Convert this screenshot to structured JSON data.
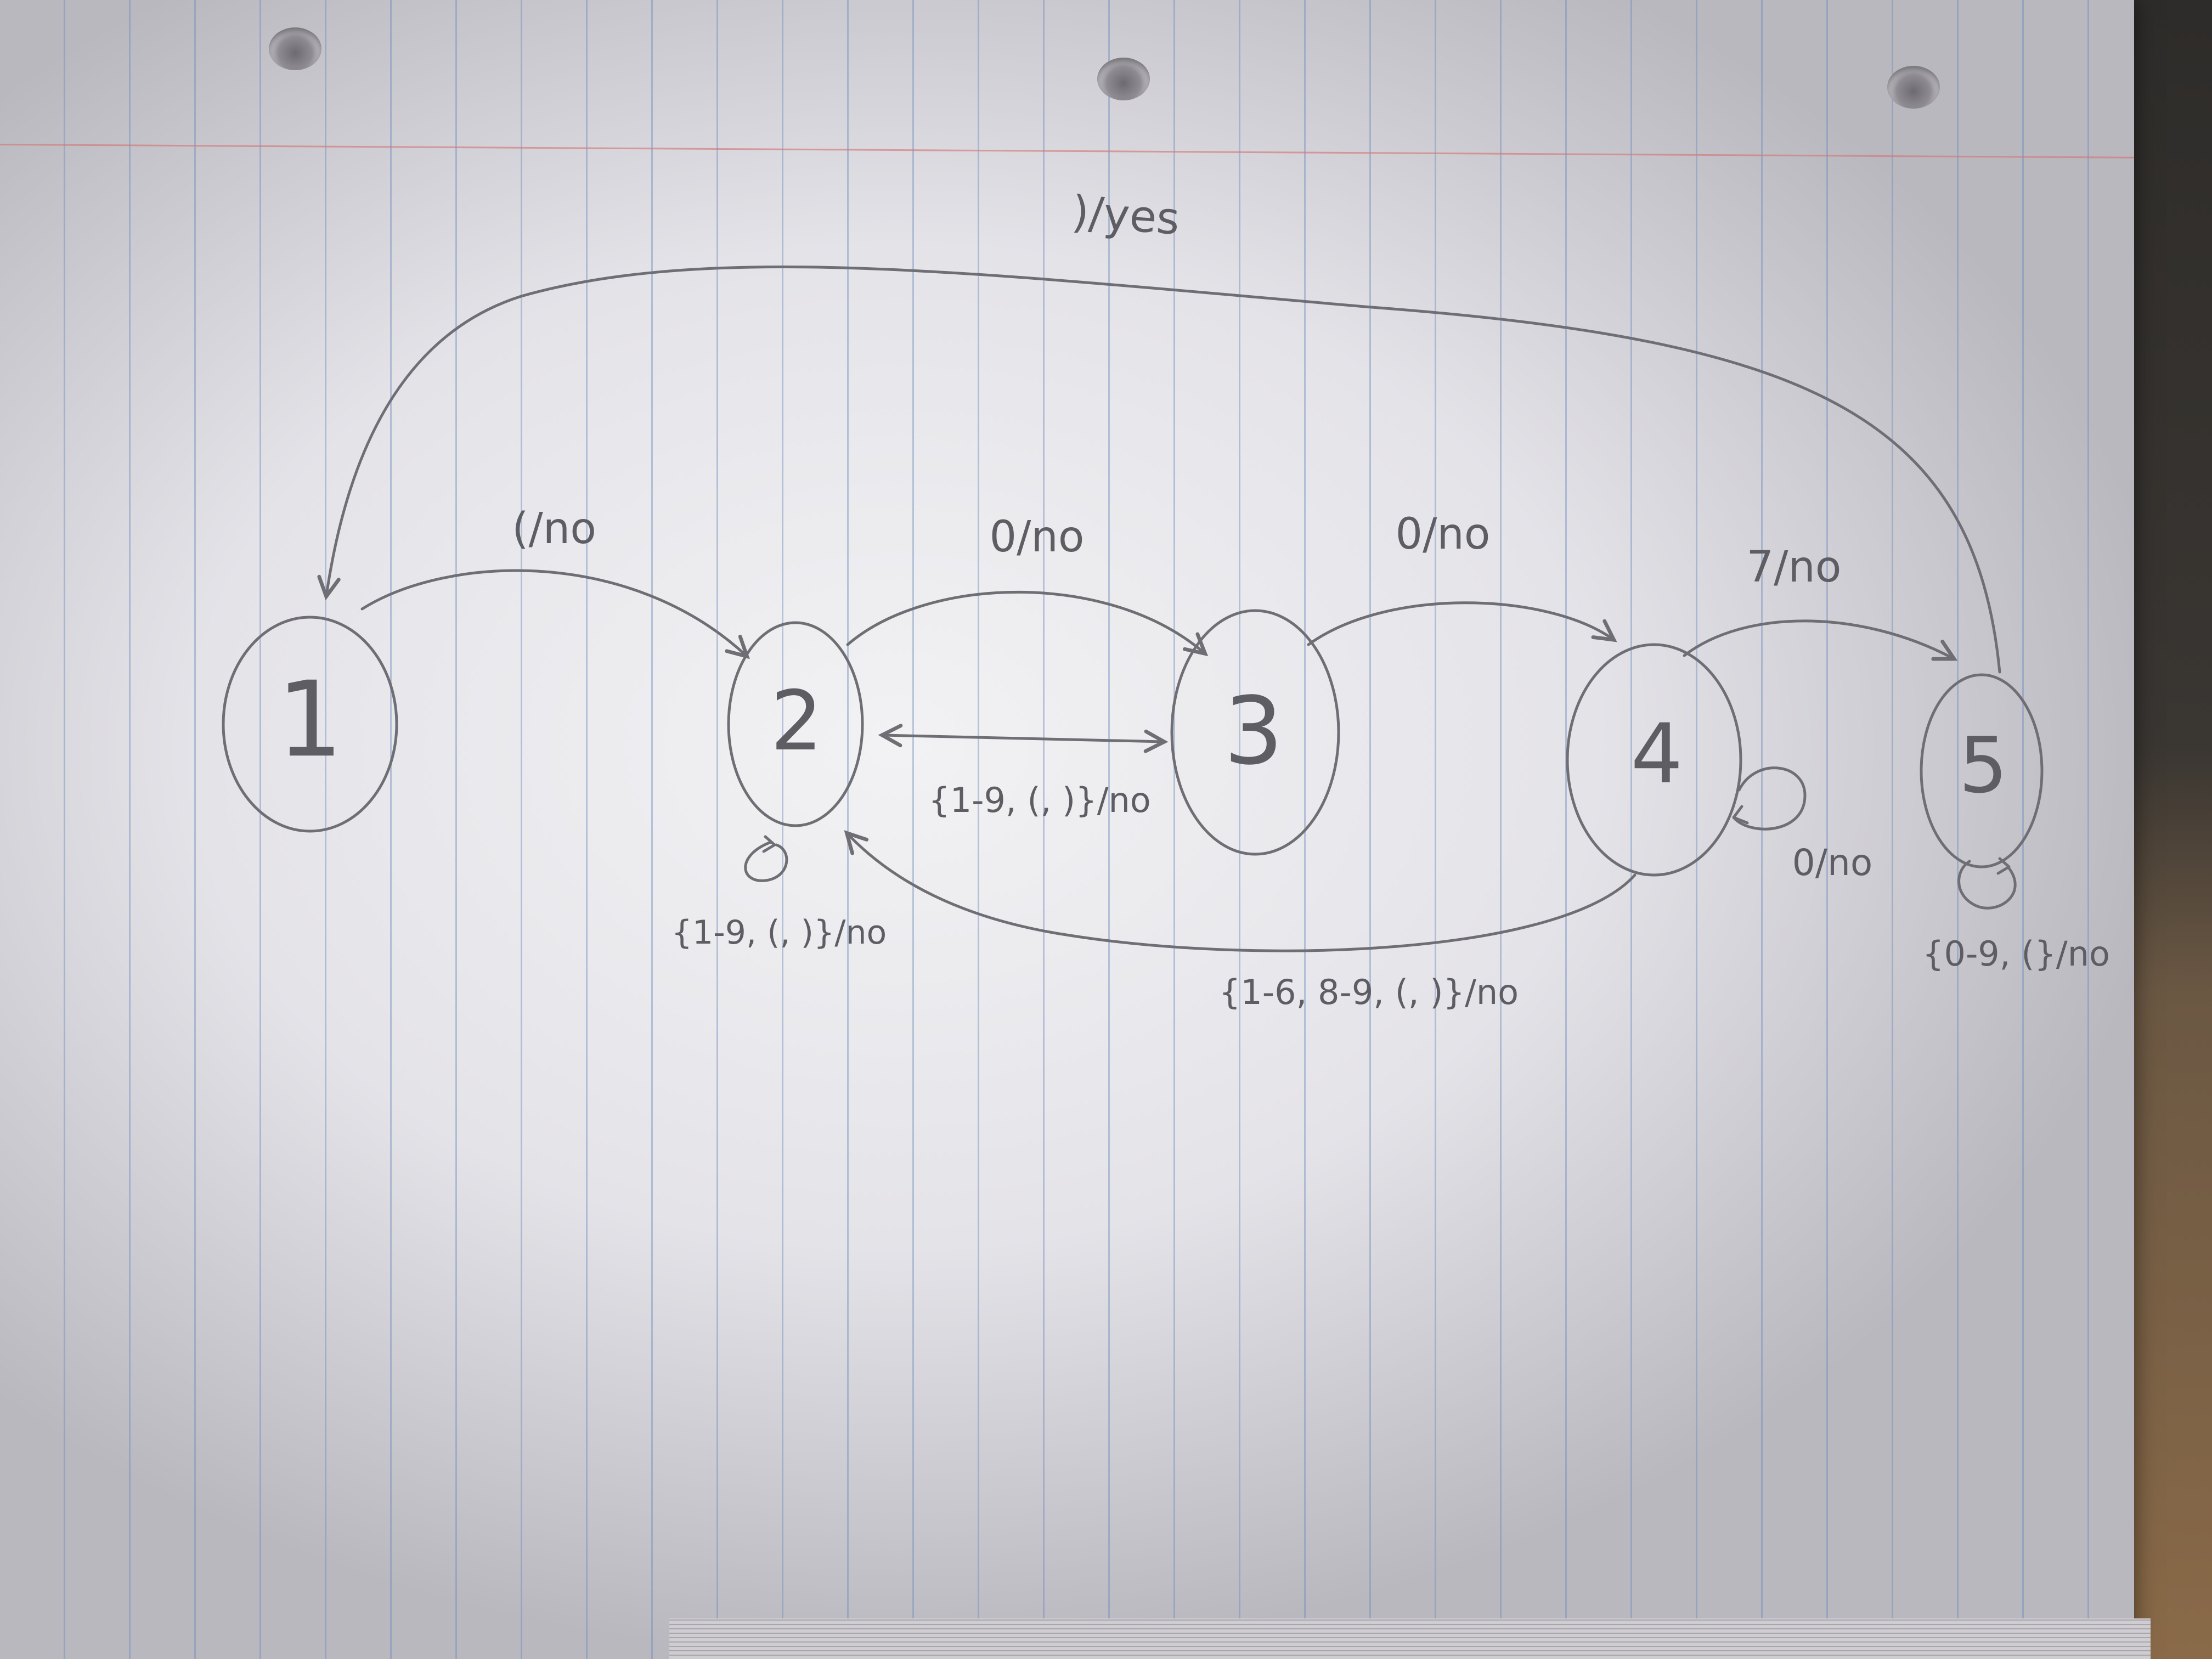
{
  "states": [
    {
      "id": "1",
      "label": "1"
    },
    {
      "id": "2",
      "label": "2"
    },
    {
      "id": "3",
      "label": "3"
    },
    {
      "id": "4",
      "label": "4"
    },
    {
      "id": "5",
      "label": "5"
    }
  ],
  "transitions": [
    {
      "id": "t12",
      "from": "1",
      "to": "2",
      "label": "(/no"
    },
    {
      "id": "t23",
      "from": "2",
      "to": "3",
      "label": "0/no"
    },
    {
      "id": "t34",
      "from": "3",
      "to": "4",
      "label": "0/no"
    },
    {
      "id": "t45",
      "from": "4",
      "to": "5",
      "label": "7/no"
    },
    {
      "id": "t51",
      "from": "5",
      "to": "1",
      "label": ")/yes"
    },
    {
      "id": "t32",
      "from": "3",
      "to": "2",
      "label": "{1-9, (, )}/no"
    },
    {
      "id": "t22",
      "from": "2",
      "to": "2",
      "label": "{1-9, (, )}/no"
    },
    {
      "id": "t44",
      "from": "4",
      "to": "4",
      "label": "0/no"
    },
    {
      "id": "t42",
      "from": "4",
      "to": "2",
      "label": "{1-6, 8-9, (, )}/no"
    },
    {
      "id": "t55",
      "from": "5",
      "to": "5",
      "label": "{0-9, (}/no"
    }
  ]
}
